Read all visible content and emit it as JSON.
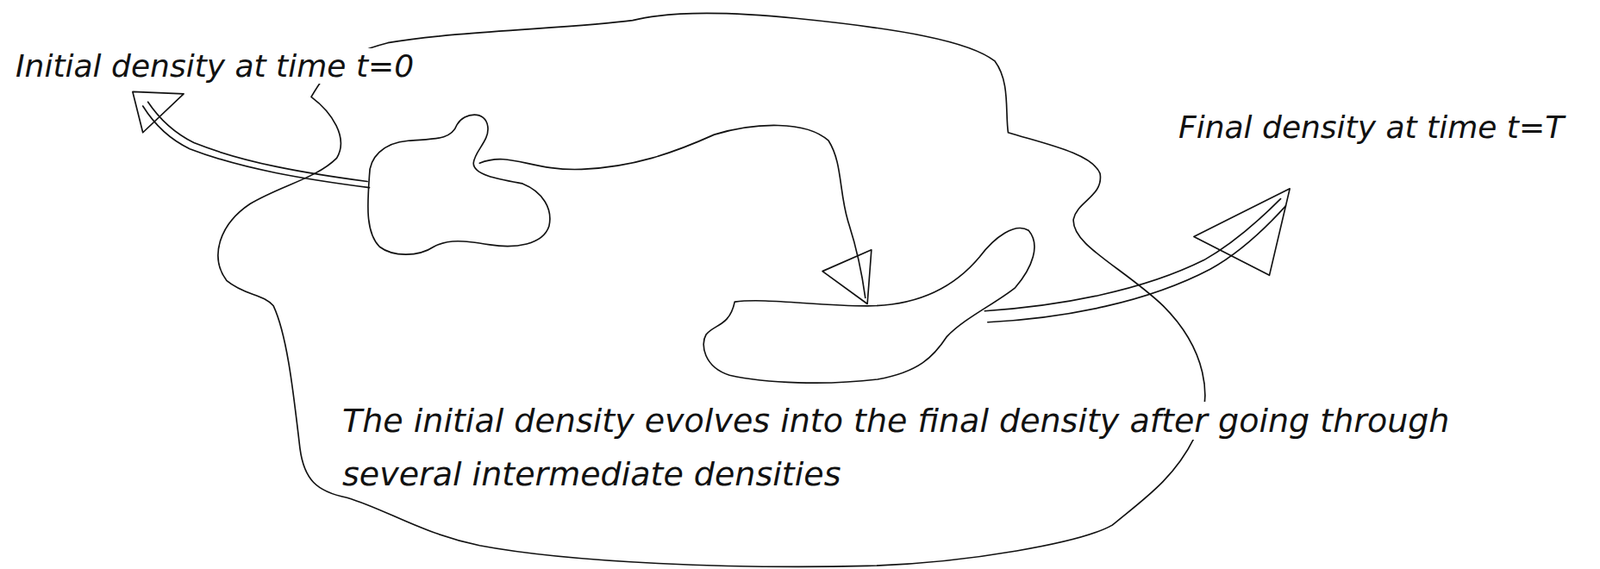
{
  "diagram": {
    "labels": [
      "Initial density at time t=0",
      "Final density at time t=T",
      "The initial density evolves into the final density after going through several intermediate densities"
    ]
  }
}
